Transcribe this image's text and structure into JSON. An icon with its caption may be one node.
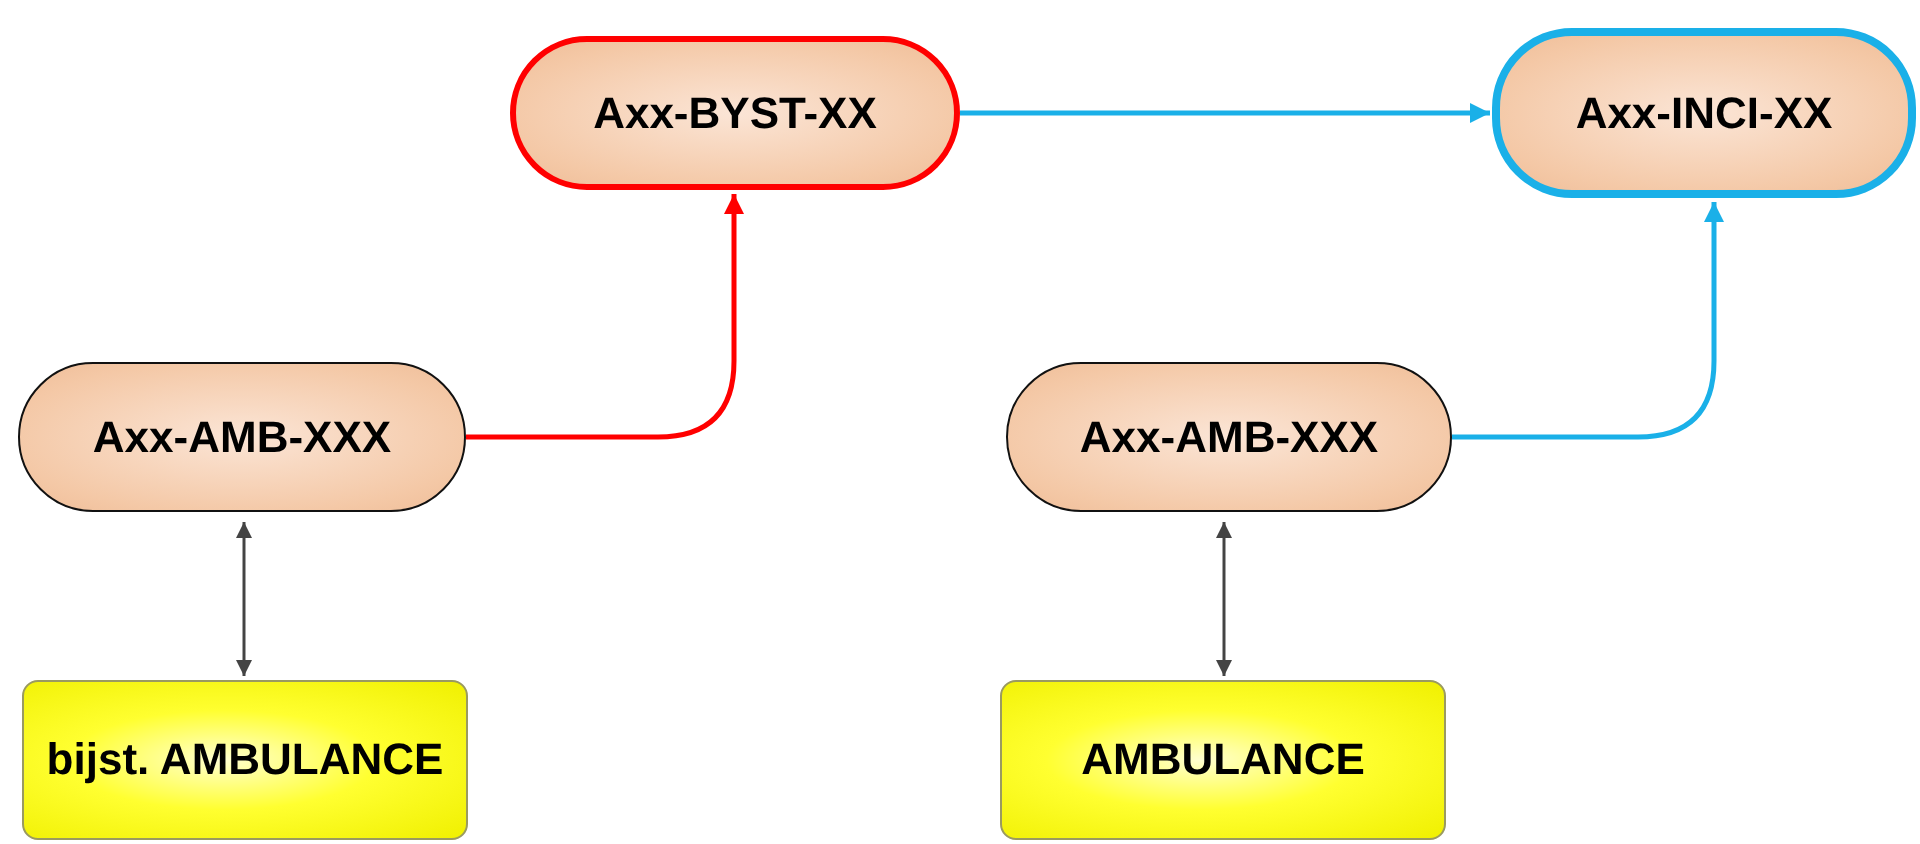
{
  "diagram": {
    "nodes": [
      {
        "text": [
          "Axx-BYST-XX"
        ]
      },
      {
        "text": [
          "Axx-INCI-XX"
        ]
      },
      {
        "text": [
          "Axx-AMB-XXX"
        ]
      },
      {
        "text": [
          "Axx-AMB-XXX"
        ]
      },
      {
        "text": [
          "bijst. AMBULANCE"
        ]
      },
      {
        "text": [
          "AMBULANCE"
        ]
      }
    ],
    "edges": [
      {
        "from": 2,
        "to": 0,
        "arrow": "to",
        "color": "#ff0000"
      },
      {
        "from": 0,
        "to": 1,
        "arrow": "to",
        "color": "#1ab0e8"
      },
      {
        "from": 3,
        "to": 1,
        "arrow": "to",
        "color": "#1ab0e8"
      },
      {
        "from": 2,
        "to": 4,
        "arrow": "both",
        "color": "#444444"
      },
      {
        "from": 3,
        "to": 5,
        "arrow": "both",
        "color": "#444444"
      }
    ]
  }
}
